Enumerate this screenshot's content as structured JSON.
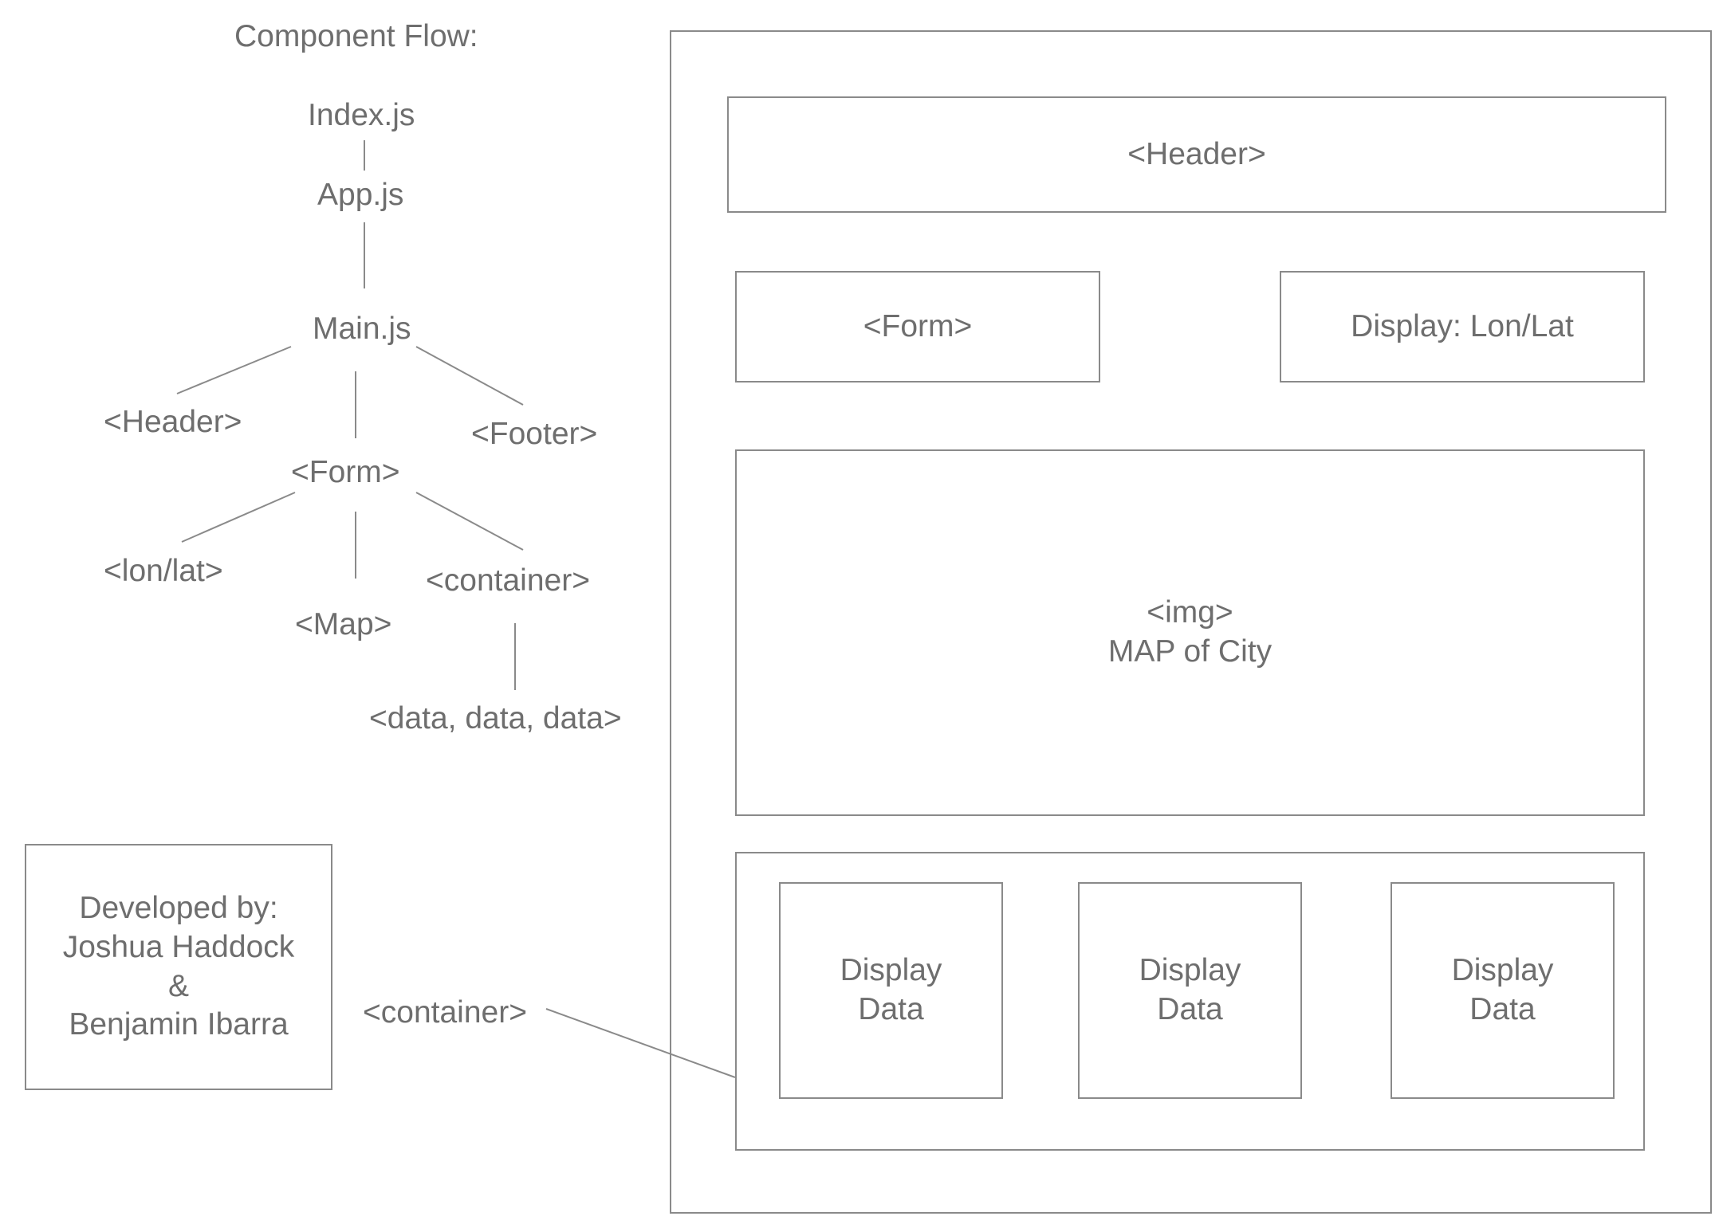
{
  "flow": {
    "title": "Component Flow:",
    "index": "Index.js",
    "app": "App.js",
    "main": "Main.js",
    "header": "<Header>",
    "footer": "<Footer>",
    "form": "<Form>",
    "lonlat": "<lon/lat>",
    "map": "<Map>",
    "container": "<container>",
    "data": "<data, data, data>"
  },
  "credits": {
    "line1": "Developed by:",
    "line2": "Joshua Haddock",
    "line3": "&",
    "line4": "Benjamin Ibarra"
  },
  "callout": {
    "label": "<container>"
  },
  "wireframe": {
    "header": "<Header>",
    "form": "<Form>",
    "display_lonlat": "Display: Lon/Lat",
    "map_tag": "<img>",
    "map_caption": "MAP of City",
    "cards": [
      {
        "line1": "Display",
        "line2": "Data"
      },
      {
        "line1": "Display",
        "line2": "Data"
      },
      {
        "line1": "Display",
        "line2": "Data"
      }
    ]
  },
  "colors": {
    "stroke": "#8a8a8a",
    "text": "#6e6e6e",
    "background": "#ffffff"
  }
}
